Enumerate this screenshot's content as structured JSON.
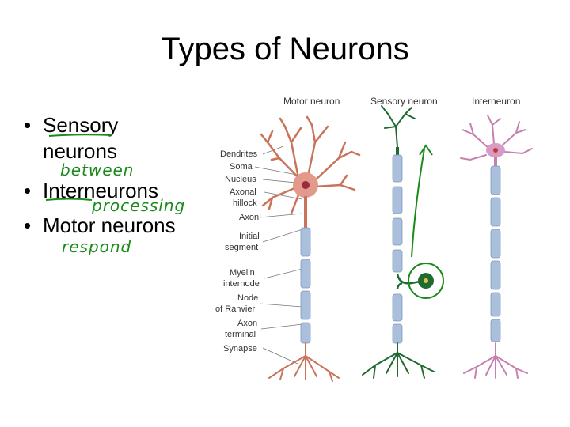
{
  "slide": {
    "title": "Types of Neurons",
    "bullets": [
      {
        "line1": "Sensory",
        "line2": "neurons",
        "handwritten": "between"
      },
      {
        "line1": "Interneurons",
        "handwritten": "processing"
      },
      {
        "line1": "Motor neurons",
        "handwritten": "respond"
      }
    ],
    "bullet_symbol": "•"
  },
  "diagram": {
    "columns": [
      "Motor neuron",
      "Sensory neuron",
      "Interneuron"
    ],
    "labels": [
      "Dendrites",
      "Soma",
      "Nucleus",
      "Axonal",
      "hillock",
      "Axon",
      "Initial",
      "segment",
      "Myelin",
      "internode",
      "Node",
      "of Ranvier",
      "Axon",
      "terminal",
      "Synapse"
    ],
    "colors": {
      "motor": "#c9745a",
      "motor_soma": "#e39a8c",
      "sensory": "#1f6b2f",
      "inter": "#c77fb0",
      "myelin": "#a9bfdc",
      "annotation": "#1a8a1a"
    }
  }
}
